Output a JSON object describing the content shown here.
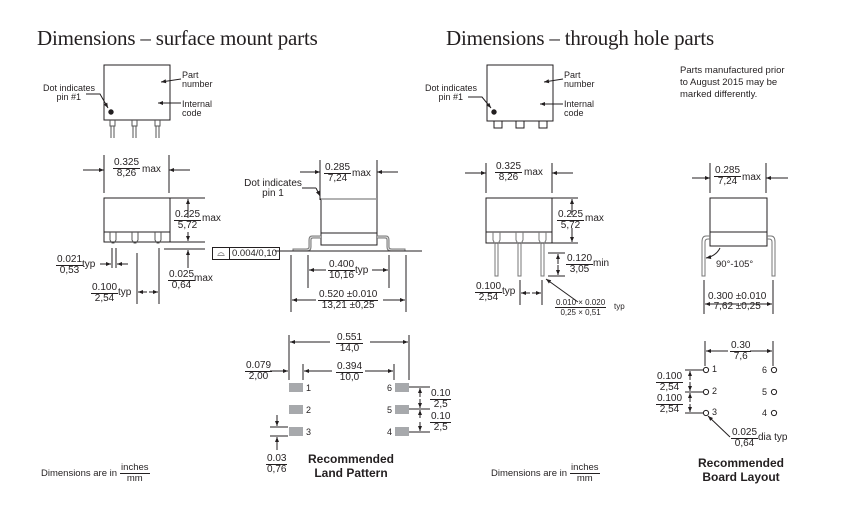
{
  "titles": {
    "smt": "Dimensions – surface mount parts",
    "th": "Dimensions – through hole parts"
  },
  "labels": {
    "dot_pin1_a": "Dot indicates",
    "dot_pin1_b": "pin #1",
    "part_a": "Part",
    "part_b": "number",
    "internal_a": "Internal",
    "internal_b": "code",
    "dot_pin1_side_a": "Dot indicates",
    "dot_pin1_side_b": "pin 1",
    "note_manufactured": [
      "Parts manufactured prior",
      "to August 2015 may be",
      "marked differently."
    ],
    "units_prefix": "Dimensions are in",
    "units_num": "inches",
    "units_den": "mm",
    "land_pattern": [
      "Recommended",
      "Land Pattern"
    ],
    "board_layout": [
      "Recommended",
      "Board Layout"
    ],
    "angle": "90°-105°",
    "dia_typ": "dia typ"
  },
  "smt": {
    "width": {
      "in": "0.325",
      "mm": "8,26",
      "suffix": "max"
    },
    "height": {
      "in": "0.225",
      "mm": "5,72",
      "suffix": "max"
    },
    "pin_width": {
      "in": "0.021",
      "mm": "0,53",
      "suffix": "typ"
    },
    "pitch": {
      "in": "0.100",
      "mm": "2,54",
      "suffix": "typ"
    },
    "standoff": {
      "in": "0.025",
      "mm": "0,64",
      "suffix": "max"
    },
    "side_width": {
      "in": "0.285",
      "mm": "7,24",
      "suffix": "max"
    },
    "coplanarity": "0.004/0,10",
    "lead_span_inner": {
      "in": "0.400",
      "mm": "10,16",
      "suffix": "typ"
    },
    "lead_span_outer": {
      "in": "0.520 ±0.010",
      "mm": "13,21 ±0,25"
    }
  },
  "land": {
    "outer": {
      "in": "0.551",
      "mm": "14,0"
    },
    "inner": {
      "in": "0.394",
      "mm": "10,0"
    },
    "pad_len": {
      "in": "0.079",
      "mm": "2,00"
    },
    "pitch1": {
      "in": "0.10",
      "mm": "2,5"
    },
    "pitch2": {
      "in": "0.10",
      "mm": "2,5"
    },
    "pad_w": {
      "in": "0.03",
      "mm": "0,76"
    },
    "pins_left": [
      "1",
      "2",
      "3"
    ],
    "pins_right": [
      "6",
      "5",
      "4"
    ]
  },
  "th": {
    "width": {
      "in": "0.325",
      "mm": "8,26",
      "suffix": "max"
    },
    "height": {
      "in": "0.225",
      "mm": "5,72",
      "suffix": "max"
    },
    "lead_len": {
      "in": "0.120",
      "mm": "3,05",
      "suffix": "min"
    },
    "pitch": {
      "in": "0.100",
      "mm": "2,54",
      "suffix": "typ"
    },
    "lead_size": {
      "in": "0.010 × 0.020",
      "mm": "0,25 × 0,51",
      "suffix": "typ"
    },
    "side_width": {
      "in": "0.285",
      "mm": "7,24",
      "suffix": "max"
    },
    "row_span": {
      "in": "0.300 ±0.010",
      "mm": "7,62 ±0,25"
    }
  },
  "board": {
    "span": {
      "in": "0.30",
      "mm": "7,6"
    },
    "pitch1": {
      "in": "0.100",
      "mm": "2,54"
    },
    "pitch2": {
      "in": "0.100",
      "mm": "2,54"
    },
    "hole": {
      "in": "0.025",
      "mm": "0,64"
    },
    "pins_left": [
      "1",
      "2",
      "3"
    ],
    "pins_right": [
      "6",
      "5",
      "4"
    ]
  }
}
